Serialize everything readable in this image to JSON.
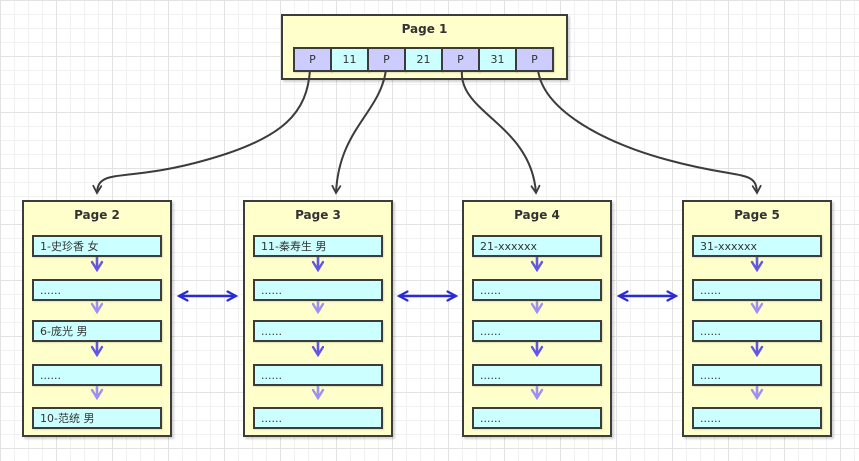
{
  "colors": {
    "page-fill": "#FFFFCC",
    "key-cell-fill": "#CCFFFF",
    "pointer-cell-fill": "#CCCCFF",
    "box-border": "#3C3C3C",
    "arrow-dark": "#3C3C3C",
    "link-arrow-blue": "#2B2BD5",
    "record-arrow-dark": "#6157E2",
    "record-arrow-light": "#9E90F0",
    "text": "#333333"
  },
  "root_page": {
    "title": "Page 1",
    "cells": [
      {
        "label": "P"
      },
      {
        "label": "11"
      },
      {
        "label": "P"
      },
      {
        "label": "21"
      },
      {
        "label": "P"
      },
      {
        "label": "31"
      },
      {
        "label": "P"
      }
    ]
  },
  "leaf_pages": [
    {
      "title": "Page 2",
      "records": [
        "1-史珍香 女",
        "......",
        "6-庞光 男",
        "......",
        "10-范统 男"
      ]
    },
    {
      "title": "Page 3",
      "records": [
        "11-秦寿生 男",
        "......",
        "......",
        "......",
        "......"
      ]
    },
    {
      "title": "Page 4",
      "records": [
        "21-xxxxxx",
        "......",
        "......",
        "......",
        "......"
      ]
    },
    {
      "title": "Page 5",
      "records": [
        "31-xxxxxx",
        "......",
        "......",
        "......",
        "......"
      ]
    }
  ]
}
